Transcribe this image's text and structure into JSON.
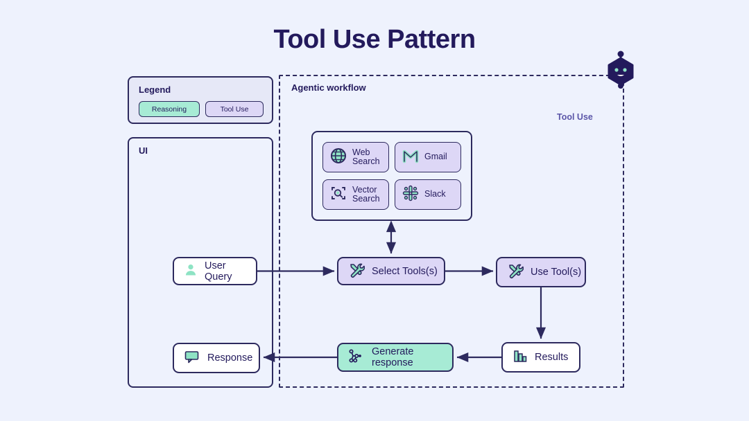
{
  "title": "Tool Use Pattern",
  "colors": {
    "background": "#eef2fd",
    "ink": "#231a5c",
    "stroke": "#2d2a5e",
    "reasoning": "#a7ebd5",
    "tool_use": "#ddd7f6",
    "white": "#ffffff",
    "label_purple": "#5b56a8"
  },
  "legend": {
    "title": "Legend",
    "items": [
      {
        "label": "Reasoning",
        "color": "#a7ebd5"
      },
      {
        "label": "Tool Use",
        "color": "#ddd7f6"
      }
    ]
  },
  "ui_panel": {
    "title": "UI"
  },
  "agentic": {
    "title": "Agentic workflow",
    "side_label": "Tool Use",
    "badge_icon": "robot-head-icon"
  },
  "tools": [
    {
      "label_line1": "Web",
      "label_line2": "Search",
      "icon": "globe-icon"
    },
    {
      "label_line1": "Gmail",
      "label_line2": "",
      "icon": "gmail-icon"
    },
    {
      "label_line1": "Vector",
      "label_line2": "Search",
      "icon": "vector-search-icon"
    },
    {
      "label_line1": "Slack",
      "label_line2": "",
      "icon": "slack-icon"
    }
  ],
  "nodes": {
    "user_query": {
      "label": "User Query",
      "icon": "user-icon",
      "style": "white"
    },
    "select_tools": {
      "label": "Select Tools(s)",
      "icon": "tools-icon",
      "style": "tool_use"
    },
    "use_tools": {
      "label": "Use Tool(s)",
      "icon": "tools-icon",
      "style": "tool_use"
    },
    "results": {
      "label": "Results",
      "icon": "bar-chart-icon",
      "style": "white"
    },
    "generate": {
      "label": "Generate response",
      "icon": "node-graph-icon",
      "style": "reasoning"
    },
    "response": {
      "label": "Response",
      "icon": "chat-bubble-icon",
      "style": "white"
    }
  },
  "connections": [
    {
      "from": "user_query",
      "to": "select_tools",
      "type": "arrow"
    },
    {
      "from": "tools_group",
      "to": "select_tools",
      "type": "double-arrow"
    },
    {
      "from": "select_tools",
      "to": "use_tools",
      "type": "arrow"
    },
    {
      "from": "use_tools",
      "to": "results",
      "type": "arrow"
    },
    {
      "from": "results",
      "to": "generate",
      "type": "arrow"
    },
    {
      "from": "generate",
      "to": "response",
      "type": "arrow"
    }
  ]
}
